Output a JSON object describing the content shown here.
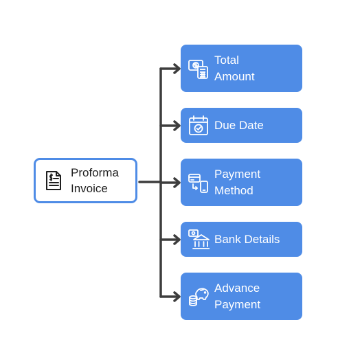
{
  "root": {
    "label": "Proforma\nInvoice",
    "icon": "invoice-icon"
  },
  "items": [
    {
      "label": "Total\nAmount",
      "icon": "cash-calculator-icon"
    },
    {
      "label": "Due Date",
      "icon": "calendar-check-icon"
    },
    {
      "label": "Payment\nMethod",
      "icon": "card-to-phone-icon"
    },
    {
      "label": "Bank Details",
      "icon": "bank-icon"
    },
    {
      "label": "Advance\nPayment",
      "icon": "piggy-bank-coins-icon"
    }
  ],
  "colors": {
    "accent": "#4f8ce6",
    "connector": "#3d3d3d",
    "text_dark": "#1f1f1f"
  }
}
